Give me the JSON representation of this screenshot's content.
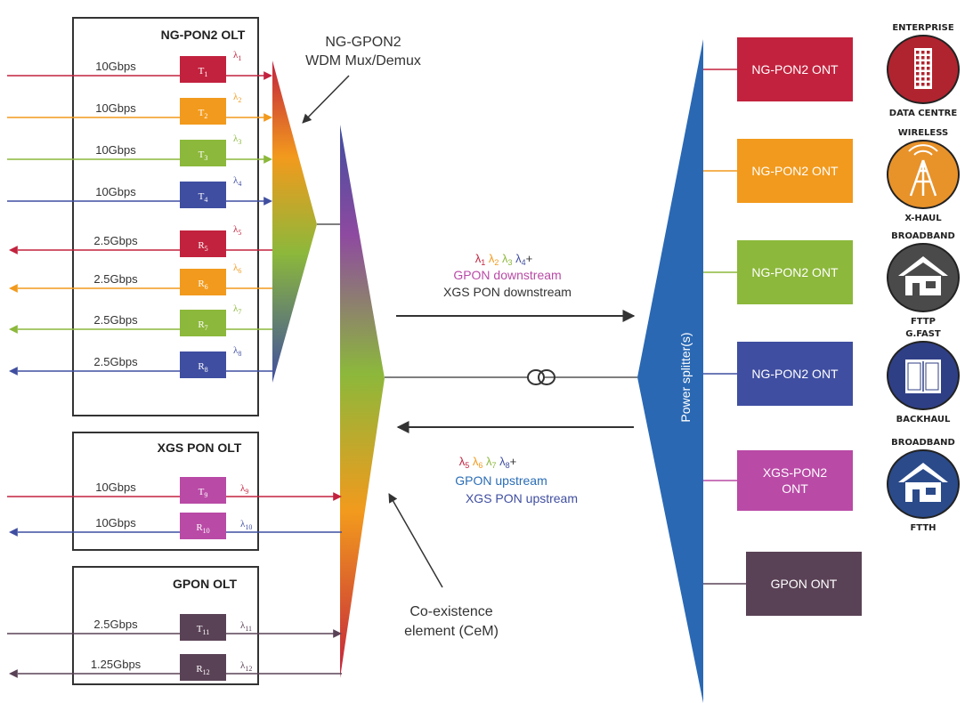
{
  "olt_groups": {
    "ngpon2": {
      "title": "NG-PON2 OLT"
    },
    "xgs": {
      "title": "XGS PON OLT"
    },
    "gpon": {
      "title": "GPON OLT"
    }
  },
  "channels": [
    {
      "rate": "10Gbps",
      "tx": "T",
      "tsub": "1",
      "lam": "λ",
      "lsub": "1",
      "color": "#c2223e",
      "dir": "in"
    },
    {
      "rate": "10Gbps",
      "tx": "T",
      "tsub": "2",
      "lam": "λ",
      "lsub": "2",
      "color": "#f29a1d",
      "dir": "in"
    },
    {
      "rate": "10Gbps",
      "tx": "T",
      "tsub": "3",
      "lam": "λ",
      "lsub": "3",
      "color": "#8cb83b",
      "dir": "in"
    },
    {
      "rate": "10Gbps",
      "tx": "T",
      "tsub": "4",
      "lam": "λ",
      "lsub": "4",
      "color": "#3f4ea0",
      "dir": "in"
    },
    {
      "rate": "2.5Gbps",
      "tx": "R",
      "tsub": "5",
      "lam": "λ",
      "lsub": "5",
      "color": "#c2223e",
      "dir": "out"
    },
    {
      "rate": "2.5Gbps",
      "tx": "R",
      "tsub": "6",
      "lam": "λ",
      "lsub": "6",
      "color": "#f29a1d",
      "dir": "out"
    },
    {
      "rate": "2.5Gbps",
      "tx": "R",
      "tsub": "7",
      "lam": "λ",
      "lsub": "7",
      "color": "#8cb83b",
      "dir": "out"
    },
    {
      "rate": "2.5Gbps",
      "tx": "R",
      "tsub": "8",
      "lam": "λ",
      "lsub": "8",
      "color": "#3f4ea0",
      "dir": "out"
    },
    {
      "rate": "10Gbps",
      "tx": "T",
      "tsub": "9",
      "lam": "λ",
      "lsub": "9",
      "color": "#c2223e",
      "box": "#b94aa6",
      "dir": "in"
    },
    {
      "rate": "10Gbps",
      "tx": "R",
      "tsub": "10",
      "lam": "λ",
      "lsub": "10",
      "color": "#3f4ea0",
      "box": "#b94aa6",
      "dir": "out"
    },
    {
      "rate": "2.5Gbps",
      "tx": "T",
      "tsub": "11",
      "lam": "λ",
      "lsub": "11",
      "color": "#5a4256",
      "box": "#5a4256",
      "dir": "in"
    },
    {
      "rate": "1.25Gbps",
      "tx": "R",
      "tsub": "12",
      "lam": "λ",
      "lsub": "12",
      "color": "#5a4256",
      "box": "#5a4256",
      "dir": "out"
    }
  ],
  "mux_label": [
    "NG-GPON2",
    "WDM Mux/Demux"
  ],
  "cem_label": [
    "Co-existence",
    "element (CeM)"
  ],
  "downstream": {
    "lambdas": [
      {
        "t": "λ",
        "s": "1",
        "color": "#c2223e"
      },
      {
        "t": "λ",
        "s": "2",
        "color": "#f29a1d"
      },
      {
        "t": "λ",
        "s": "3",
        "color": "#8cb83b"
      },
      {
        "t": "λ",
        "s": "4",
        "color": "#3f4ea0"
      }
    ],
    "plus": "+",
    "line1": "GPON downstream",
    "line1_color": "#b94aa6",
    "line2": "XGS PON downstream",
    "line2_color": "#333333"
  },
  "upstream": {
    "lambdas": [
      {
        "t": "λ",
        "s": "5",
        "color": "#c2223e"
      },
      {
        "t": "λ",
        "s": "6",
        "color": "#f29a1d"
      },
      {
        "t": "λ",
        "s": "7",
        "color": "#8cb83b"
      },
      {
        "t": "λ",
        "s": "8",
        "color": "#3f4ea0"
      }
    ],
    "plus": "+",
    "line1": "GPON upstream",
    "line1_color": "#2a6db5",
    "line2": "XGS PON upstream",
    "line2_color": "#3f4ea0"
  },
  "splitter_label": "Power splitter(s)",
  "onts": [
    {
      "lines": [
        "NG-PON2 ONT"
      ],
      "color": "#c2223e"
    },
    {
      "lines": [
        "NG-PON2 ONT"
      ],
      "color": "#f29a1d"
    },
    {
      "lines": [
        "NG-PON2 ONT"
      ],
      "color": "#8cb83b"
    },
    {
      "lines": [
        "NG-PON2 ONT"
      ],
      "color": "#3f4ea0"
    },
    {
      "lines": [
        "XGS-PON2",
        "ONT"
      ],
      "color": "#b94aa6"
    },
    {
      "lines": [
        "GPON ONT"
      ],
      "color": "#5a4256"
    }
  ],
  "badges": [
    {
      "top": "ENTERPRISE",
      "bottom": "DATA CENTRE",
      "color": "#b0242f",
      "icon": "building-icon"
    },
    {
      "top": "WIRELESS",
      "bottom": "X-HAUL",
      "color": "#e8922a",
      "icon": "antenna-tower-icon"
    },
    {
      "top": "BROADBAND",
      "bottom": "FTTP",
      "color": "#4a4a4a",
      "icon": "house-icon"
    },
    {
      "top": "G.FAST",
      "bottom": "BACKHAUL",
      "color": "#2f3f86",
      "icon": "cabinet-icon"
    },
    {
      "top": "BROADBAND",
      "bottom": "FTTH",
      "color": "#2a4a8a",
      "icon": "house-icon"
    }
  ]
}
